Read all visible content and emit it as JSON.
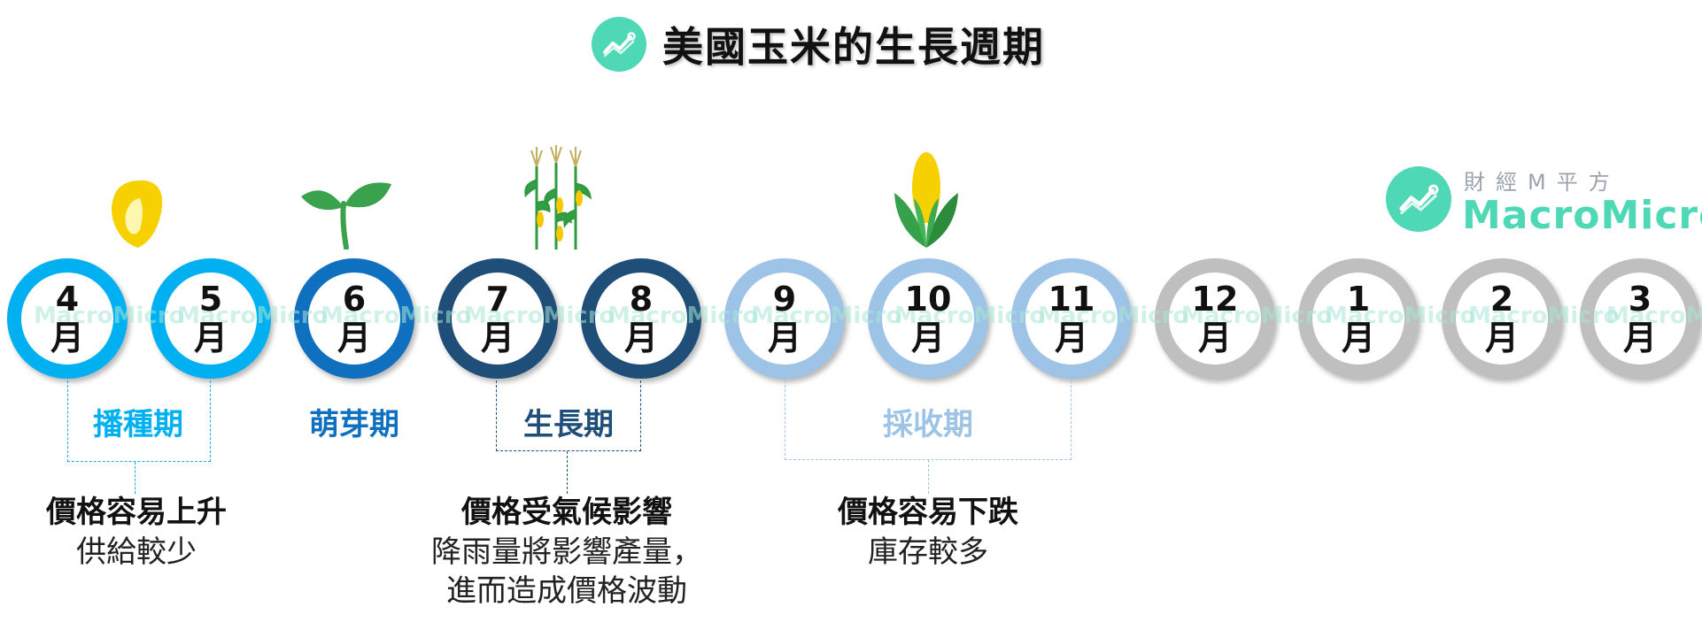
{
  "title": "美國玉米的生長週期",
  "brand": {
    "name_cn": "財經M平方",
    "name_en": "MacroMicro"
  },
  "months": [
    {
      "num": "4",
      "unit": "月",
      "color": "#00b0f0"
    },
    {
      "num": "5",
      "unit": "月",
      "color": "#00b0f0"
    },
    {
      "num": "6",
      "unit": "月",
      "color": "#0f70c0"
    },
    {
      "num": "7",
      "unit": "月",
      "color": "#1f4e79"
    },
    {
      "num": "8",
      "unit": "月",
      "color": "#1f4e79"
    },
    {
      "num": "9",
      "unit": "月",
      "color": "#9dc3e6"
    },
    {
      "num": "10",
      "unit": "月",
      "color": "#9dc3e6"
    },
    {
      "num": "11",
      "unit": "月",
      "color": "#9dc3e6"
    },
    {
      "num": "12",
      "unit": "月",
      "color": "#bfbfbf"
    },
    {
      "num": "1",
      "unit": "月",
      "color": "#bfbfbf"
    },
    {
      "num": "2",
      "unit": "月",
      "color": "#bfbfbf"
    },
    {
      "num": "3",
      "unit": "月",
      "color": "#bfbfbf"
    }
  ],
  "stages": [
    {
      "label": "播種期",
      "color": "#00b0f0"
    },
    {
      "label": "萌芽期",
      "color": "#0f70c0"
    },
    {
      "label": "生長期",
      "color": "#1f4e79"
    },
    {
      "label": "採收期",
      "color": "#9dc3e6"
    }
  ],
  "notes": [
    {
      "head": "價格容易上升",
      "body": [
        "供給較少"
      ]
    },
    {
      "head": "價格受氣候影響",
      "body": [
        "降雨量將影響產量，",
        "進而造成價格波動"
      ]
    },
    {
      "head": "價格容易下跌",
      "body": [
        "庫存較多"
      ]
    }
  ],
  "icons": [
    "corn-kernel-icon",
    "sprout-icon",
    "corn-stalks-icon",
    "corn-cob-icon"
  ]
}
